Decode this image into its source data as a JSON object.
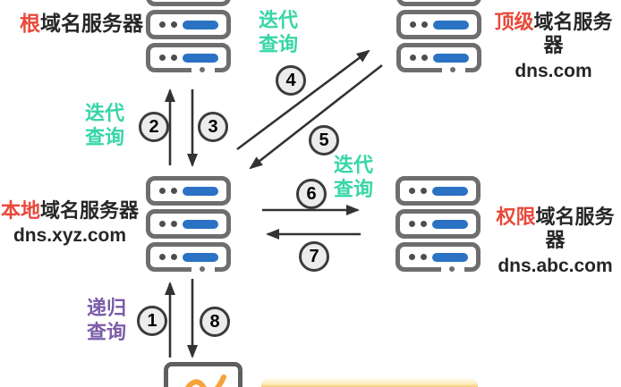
{
  "nodes": {
    "root": {
      "prefix": "根",
      "name": "域名服务器"
    },
    "tld": {
      "prefix": "顶级",
      "name": "域名服务器",
      "domain": "dns.com"
    },
    "local": {
      "prefix": "本地",
      "name": "域名服务器",
      "domain": "dns.xyz.com"
    },
    "auth": {
      "prefix": "权限",
      "name": "域名服务器",
      "domain": "dns.abc.com"
    }
  },
  "labels": {
    "iterative_top": {
      "line1": "迭代",
      "line2": "查询"
    },
    "iterative_left": {
      "line1": "迭代",
      "line2": "查询"
    },
    "iterative_right": {
      "line1": "迭代",
      "line2": "查询"
    },
    "recursive": {
      "line1": "递归",
      "line2": "查询"
    }
  },
  "steps": {
    "s1": "1",
    "s2": "2",
    "s3": "3",
    "s4": "4",
    "s5": "5",
    "s6": "6",
    "s7": "7",
    "s8": "8"
  },
  "icons": {
    "server": "server-rack-icon",
    "client": "client-computer-icon"
  },
  "colors": {
    "accent_red": "#e8493a",
    "iterative_teal": "#36d6a6",
    "recursive_purple": "#7a5ca8",
    "server_gray": "#6e6e6e",
    "pill_blue": "#2b72c4",
    "arrow": "#333333",
    "banner_orange": "#eda93c"
  }
}
